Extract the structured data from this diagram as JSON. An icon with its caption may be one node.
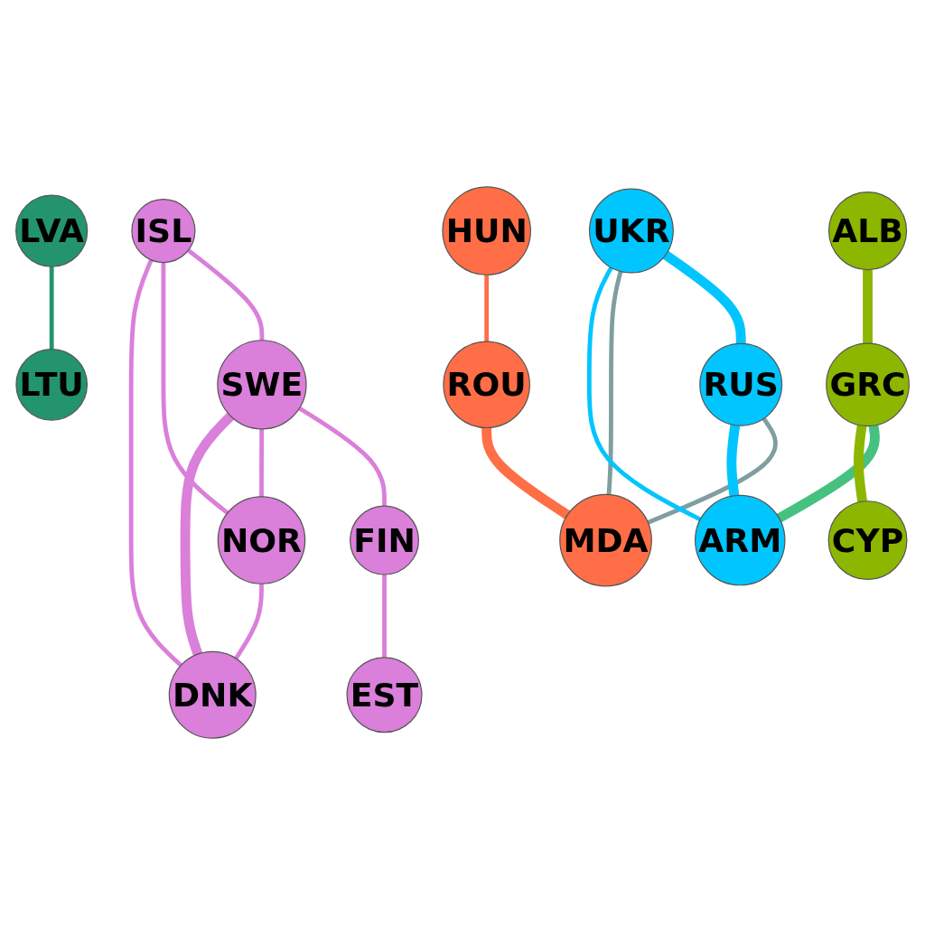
{
  "diagram": {
    "nodes": [
      {
        "text": [
          "ISL"
        ]
      },
      {
        "text": [
          "SWE"
        ]
      },
      {
        "text": [
          "FIN"
        ]
      },
      {
        "text": [
          "NOR"
        ]
      },
      {
        "text": [
          "EST"
        ]
      },
      {
        "text": [
          "DNK"
        ]
      },
      {
        "text": [
          "LVA"
        ]
      },
      {
        "text": [
          "LTU"
        ]
      },
      {
        "text": [
          "RUS"
        ]
      },
      {
        "text": [
          "HUN"
        ]
      },
      {
        "text": [
          "UKR"
        ]
      },
      {
        "text": [
          "ROU"
        ]
      },
      {
        "text": [
          "MDA"
        ]
      },
      {
        "text": [
          "ALB"
        ]
      },
      {
        "text": [
          "ARM"
        ]
      },
      {
        "text": [
          "GRC"
        ]
      },
      {
        "text": [
          "CYP"
        ]
      }
    ],
    "edges": [
      {
        "from": 0,
        "to": 1,
        "arrow": "none"
      },
      {
        "from": 0,
        "to": 3,
        "arrow": "none"
      },
      {
        "from": 0,
        "to": 5,
        "arrow": "none"
      },
      {
        "from": 1,
        "to": 2,
        "arrow": "none"
      },
      {
        "from": 1,
        "to": 3,
        "arrow": "none"
      },
      {
        "from": 1,
        "to": 5,
        "arrow": "none",
        "style": "thick"
      },
      {
        "from": 3,
        "to": 5,
        "arrow": "none"
      },
      {
        "from": 2,
        "to": 4,
        "arrow": "none"
      },
      {
        "from": 6,
        "to": 7,
        "arrow": "none",
        "color": "#23946e"
      },
      {
        "from": 9,
        "to": 11,
        "arrow": "none",
        "color": "#ff6e46"
      },
      {
        "from": 11,
        "to": 12,
        "arrow": "none",
        "style": "thick",
        "color": "#ff6e46"
      },
      {
        "from": 10,
        "to": 8,
        "arrow": "none",
        "style": "thick",
        "color": "#00c5ff"
      },
      {
        "from": 8,
        "to": 12,
        "arrow": "none",
        "color": "#7f9ea0"
      },
      {
        "from": 10,
        "to": 12,
        "arrow": "none",
        "color": "#7f9ea0"
      },
      {
        "from": 10,
        "to": 14,
        "arrow": "none",
        "color": "#00c5ff"
      },
      {
        "from": 8,
        "to": 14,
        "arrow": "none",
        "style": "thick",
        "color": "#00c5ff"
      },
      {
        "from": 15,
        "to": 14,
        "arrow": "none",
        "style": "thick",
        "color": "#46c17f"
      },
      {
        "from": 13,
        "to": 15,
        "arrow": "none",
        "style": "thick",
        "color": "#8db600"
      },
      {
        "from": 15,
        "to": 16,
        "arrow": "none",
        "style": "thick",
        "color": "#8db600"
      }
    ]
  }
}
